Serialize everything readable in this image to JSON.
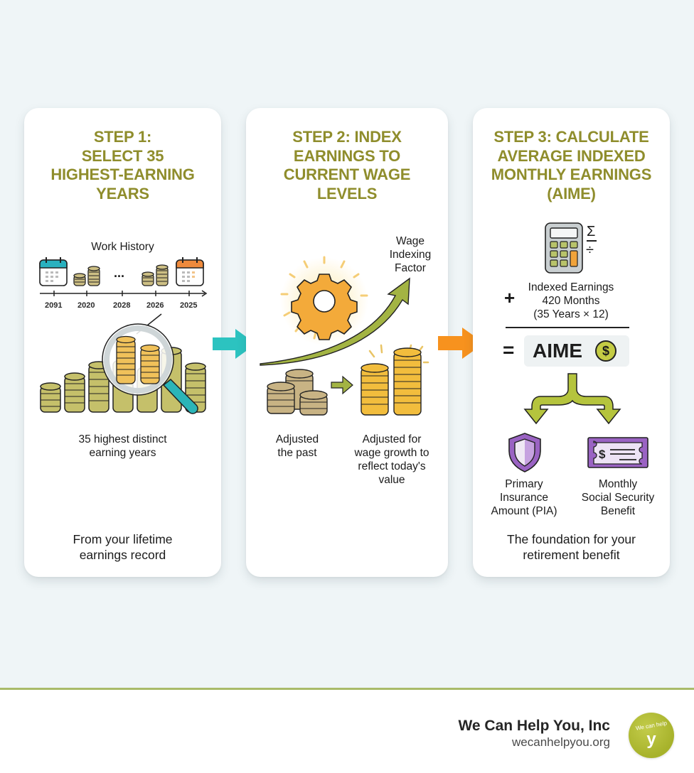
{
  "steps": [
    {
      "title_lines": [
        "STEP 1:",
        "SELECT 35",
        "HIGHEST-EARNING",
        "YEARS"
      ],
      "work_history_label": "Work History",
      "timeline_years": [
        "2091",
        "2020",
        "2028",
        "2026",
        "2025"
      ],
      "ellipsis": "...",
      "caption_lines": [
        "35 highest distinct",
        "earning years"
      ],
      "footer_lines": [
        "From your lifetime",
        "earnings record"
      ]
    },
    {
      "title_lines": [
        "STEP 2: INDEX",
        "EARNINGS TO",
        "CURRENT WAGE",
        "LEVELS"
      ],
      "factor_label_lines": [
        "Wage",
        "Indexing",
        "Factor"
      ],
      "left_caption_lines": [
        "Adjusted",
        "the past"
      ],
      "right_caption_lines": [
        "Adjusted for",
        "wage growth to",
        "reflect today's",
        "value"
      ]
    },
    {
      "title_lines": [
        "STEP 3: CALCULATE",
        "AVERAGE INDEXED",
        "MONTHLY EARNINGS",
        "(AIME)"
      ],
      "sigma_symbol": "Σ",
      "divide_symbol": "÷",
      "plus_symbol": "+",
      "formula_lines": [
        "Indexed Earnings",
        "420 Months",
        "(35 Years × 12)"
      ],
      "equals_symbol": "=",
      "result_label": "AIME",
      "dollar_symbol": "$",
      "pia_lines": [
        "Primary",
        "Insurance",
        "Amount (PIA)"
      ],
      "benefit_lines": [
        "Monthly",
        "Social Security",
        "Benefit"
      ],
      "footer_lines": [
        "The foundation for your",
        "retirement benefit"
      ]
    }
  ],
  "arrows": {
    "step1_to_step2_color": "#2cc3c0",
    "step2_to_step3_color": "#f7921e"
  },
  "brand": {
    "name": "We Can Help You, Inc",
    "url": "wecanhelpyou.org",
    "logo_small_text": "We can help",
    "logo_letter": "y"
  },
  "colors": {
    "title": "#8f8d2c",
    "accent_green": "#a9bb6a",
    "purple": "#8a58b8",
    "coin_olive": "#c9c46a",
    "coin_gold": "#f0b93a"
  }
}
